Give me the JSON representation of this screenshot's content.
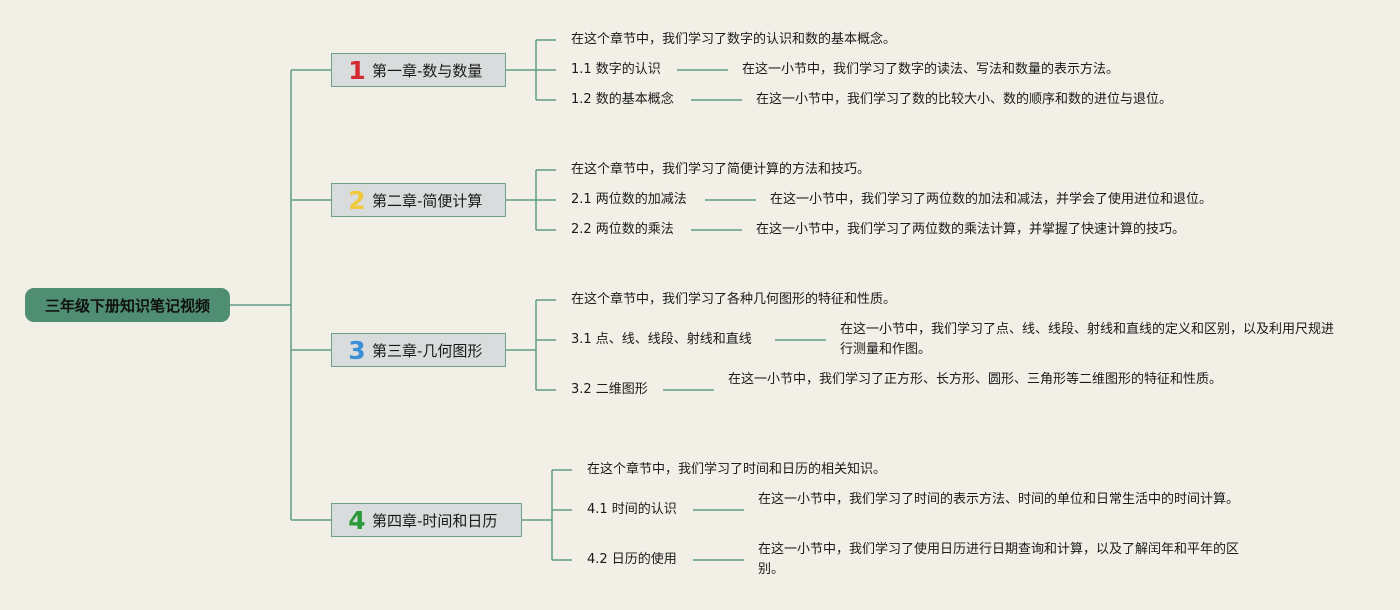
{
  "root": {
    "title": "三年级下册知识笔记视频"
  },
  "chapters": [
    {
      "number": "1",
      "number_color": "#d42a32",
      "title": "第一章-数与数量",
      "summary": "在这个章节中，我们学习了数字的认识和数的基本概念。",
      "sections": [
        {
          "title": "1.1 数字的认识",
          "desc": "在这一小节中，我们学习了数字的读法、写法和数量的表示方法。"
        },
        {
          "title": "1.2 数的基本概念",
          "desc": "在这一小节中，我们学习了数的比较大小、数的顺序和数的进位与退位。"
        }
      ]
    },
    {
      "number": "2",
      "number_color": "#f0c93c",
      "title": "第二章-简便计算",
      "summary": "在这个章节中，我们学习了简便计算的方法和技巧。",
      "sections": [
        {
          "title": "2.1 两位数的加减法",
          "desc": "在这一小节中，我们学习了两位数的加法和减法，并学会了使用进位和退位。"
        },
        {
          "title": "2.2 两位数的乘法",
          "desc": "在这一小节中，我们学习了两位数的乘法计算，并掌握了快速计算的技巧。"
        }
      ]
    },
    {
      "number": "3",
      "number_color": "#3a8fd6",
      "title": "第三章-几何图形",
      "summary": "在这个章节中，我们学习了各种几何图形的特征和性质。",
      "sections": [
        {
          "title": "3.1 点、线、线段、射线和直线",
          "desc": "在这一小节中，我们学习了点、线、线段、射线和直线的定义和区别，以及利用尺规进行测量和作图。"
        },
        {
          "title": "3.2 二维图形",
          "desc": "在这一小节中，我们学习了正方形、长方形、圆形、三角形等二维图形的特征和性质。"
        }
      ]
    },
    {
      "number": "4",
      "number_color": "#2b9a3a",
      "title": "第四章-时间和日历",
      "summary": "在这个章节中，我们学习了时间和日历的相关知识。",
      "sections": [
        {
          "title": "4.1 时间的认识",
          "desc": "在这一小节中，我们学习了时间的表示方法、时间的单位和日常生活中的时间计算。"
        },
        {
          "title": "4.2 日历的使用",
          "desc": "在这一小节中，我们学习了使用日历进行日期查询和计算，以及了解闰年和平年的区别。"
        }
      ]
    }
  ]
}
